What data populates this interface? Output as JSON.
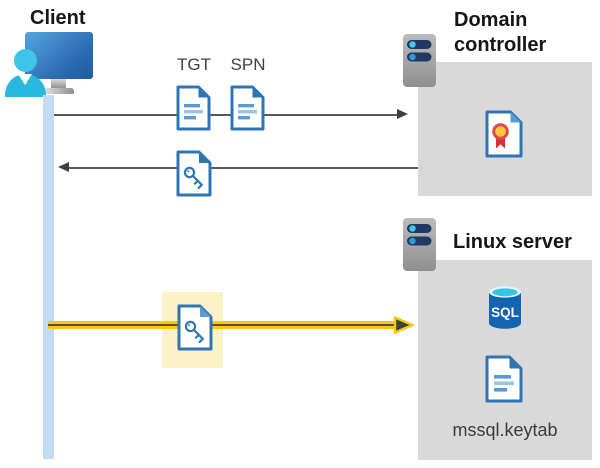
{
  "diagram": {
    "client_label": "Client",
    "tgt_label": "TGT",
    "spn_label": "SPN",
    "domain_controller_label": "Domain controller",
    "linux_server_label": "Linux server",
    "sql_label": "SQL",
    "keytab_label": "mssql.keytab"
  },
  "icons": {
    "client": "user-at-monitor-icon",
    "documents": "blue-document-icon",
    "key_ticket": "key-document-icon",
    "certificate": "certificate-document-icon",
    "servers": "server-rack-icon",
    "database": "sql-database-icon"
  },
  "colors": {
    "doc_blue": "#2e75b6",
    "doc_line_medium": "#5b9bd5",
    "doc_line_light": "#9dc3e6",
    "panel_gray": "#d9d9d9",
    "lifeline_blue": "#c3dcf5",
    "arrow_gray": "#595959",
    "arrow_yellow": "#ffc810",
    "highlight_yellow": "#fbf2c7",
    "server_navy": "#1f3864",
    "server_dot_cyan": "#45c6f0",
    "sql_blue": "#1464b4",
    "cert_gold": "#ffc83d",
    "cert_red": "#d13438",
    "person_cyan": "#29b8e0"
  }
}
